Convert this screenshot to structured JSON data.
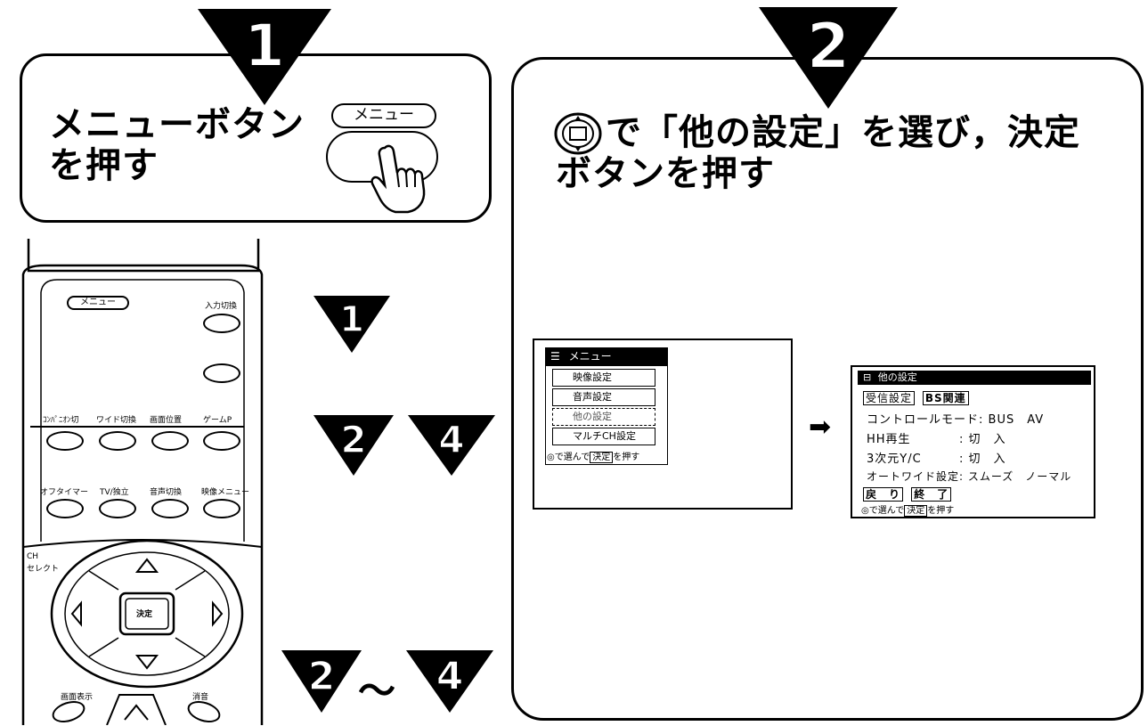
{
  "step1": {
    "number": "1",
    "instruction_line1": "メニューボタン",
    "instruction_line2": "を押す",
    "button_label": "メニュー"
  },
  "step2": {
    "number": "2",
    "instruction_line1": "で「他の設定」を選び，決定",
    "instruction_line2": "ボタンを押す"
  },
  "remote": {
    "menu_label": "メニュー",
    "input_label": "入力切換",
    "row1_labels": [
      "ｺﾝﾊﾟﾆｵﾝ切",
      "ワイド切換",
      "画面位置",
      "ゲームP"
    ],
    "row2_labels": [
      "オフタイマー",
      "TV/独立",
      "音声切換",
      "映像メニュー"
    ],
    "ch_label": "CH",
    "select_label": "セレクト",
    "enter_label": "決定",
    "bottom_left_label": "画面表示",
    "bottom_right_label": "消音"
  },
  "step_markers": {
    "m1": "1",
    "m2": "2",
    "m4": "4",
    "tilde": "〜"
  },
  "menu_screen": {
    "title": "メニュー",
    "items": [
      "映像設定",
      "音声設定",
      "他の設定",
      "マルチCH設定"
    ],
    "hint_prefix": "で選んで",
    "hint_boxed": "決定",
    "hint_suffix": "を押す"
  },
  "other_settings_screen": {
    "title": "他の設定",
    "tab1": "受信設定",
    "tab2": "BS関連",
    "rows": [
      {
        "label": "コントロールモード",
        "value": ": BUS　AV"
      },
      {
        "label": "HH再生",
        "value": ": 切　入"
      },
      {
        "label": "3次元Y/C",
        "value": ": 切　入"
      },
      {
        "label": "オートワイド設定",
        "value": ": スムーズ　ノーマル"
      }
    ],
    "back": "戻　り",
    "end": "終　了",
    "hint_prefix": "で選んで",
    "hint_boxed": "決定",
    "hint_suffix": "を押す"
  },
  "arrow": "➡"
}
